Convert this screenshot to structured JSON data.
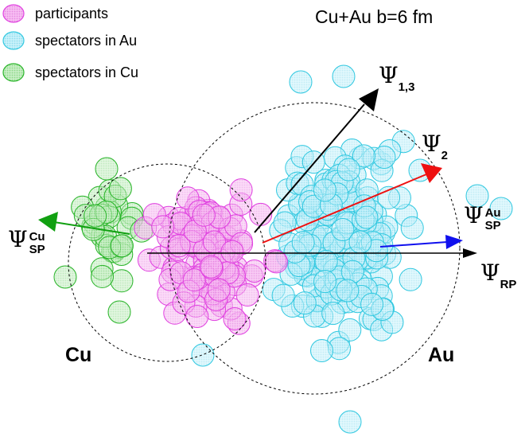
{
  "title": "Cu+Au  b=6 fm",
  "legend": [
    {
      "label": "participants",
      "color": "#e040e0"
    },
    {
      "label": "spectators in Au",
      "color": "#30c8e0"
    },
    {
      "label": "spectators in Cu",
      "color": "#28b428"
    }
  ],
  "labels": {
    "cu": "Cu",
    "au": "Au",
    "psi_symbol": "Ψ",
    "psi13_sub": "1,3",
    "psi2_sub": "2",
    "psi_rp_sub": "RP",
    "psi_sp_sub": "SP",
    "psi_sp_cu_sup": "Cu",
    "psi_sp_au_sup": "Au"
  },
  "colors": {
    "participants": "#e040e0",
    "spectators_au": "#30c8e0",
    "spectators_cu": "#28b428",
    "arrow_psi13": "#000000",
    "arrow_psi2": "#ee1111",
    "arrow_sp_au": "#1010ee",
    "arrow_sp_cu": "#11a011",
    "arrow_rp": "#000000"
  }
}
